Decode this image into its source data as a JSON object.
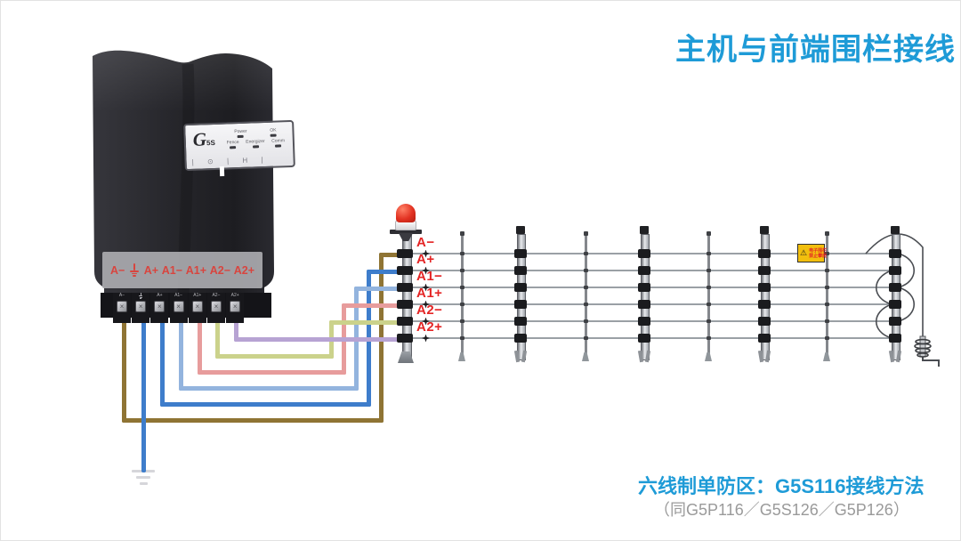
{
  "title": "主机与前端围栏接线",
  "footer": {
    "line1": "六线制单防区：G5S116接线方法",
    "line2": "（同G5P116／G5S126／G5P126）"
  },
  "device": {
    "logo_main": "G",
    "logo_sub": "5S",
    "led_row1": [
      "Power",
      "OK"
    ],
    "led_row2": [
      "Fence",
      "Energizer",
      "Comm"
    ],
    "panel_sep": "|",
    "panel_buttons": [
      "⊙",
      "H"
    ],
    "port_labels": [
      "A−",
      "A+",
      "A1−",
      "A1+",
      "A2−",
      "A2+"
    ],
    "ground_icon": "earth-ground-symbol"
  },
  "fence": {
    "wire_labels": [
      "A−",
      "A+",
      "A1−",
      "A1+",
      "A2−",
      "A2+"
    ],
    "warning_sign": {
      "icon": "⚠",
      "line1": "电子围栏",
      "line2": "禁止攀爬"
    }
  },
  "colors": {
    "accent_blue": "#1e9bd7",
    "footer_gray": "#9a9a9a",
    "label_red": "#e42525",
    "strip_red": "#d8453f",
    "warning_yellow": "#f2bf0e",
    "fence_line_gray": "#9aa0a5",
    "wire_a_minus": "#8f7434",
    "wire_ground": "#3e7dcb",
    "wire_a_plus": "#3e7dcb",
    "wire_a1_minus": "#93b4de",
    "wire_a1_plus": "#e79c9c",
    "wire_a2_minus": "#cbd28b",
    "wire_a2_plus": "#b7a3d3"
  }
}
